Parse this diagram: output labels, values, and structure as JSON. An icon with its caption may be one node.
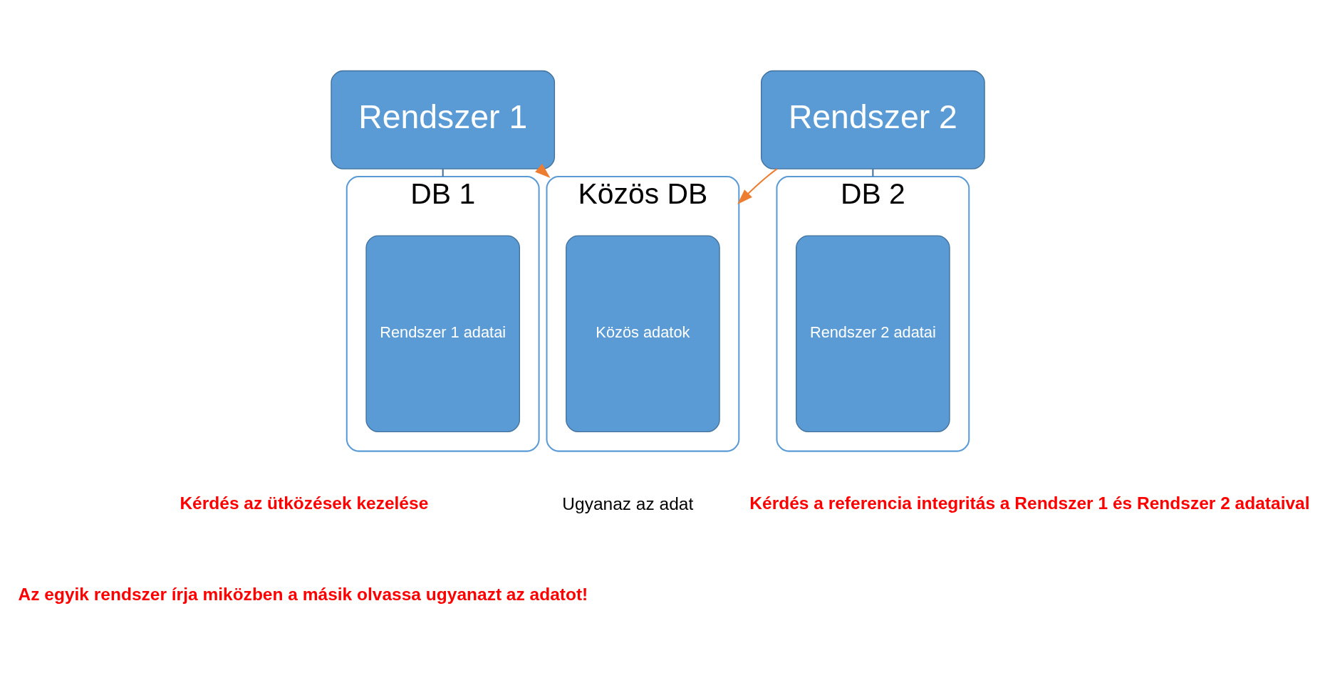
{
  "diagram": {
    "nodes": [
      {
        "text": [
          "Rendszer 1"
        ]
      },
      {
        "text": [
          "Rendszer 2"
        ]
      },
      {
        "text": [
          "DB 1"
        ]
      },
      {
        "text": [
          "Rendszer 1 adatai"
        ],
        "in": 2
      },
      {
        "text": [
          "Közös DB"
        ]
      },
      {
        "text": [
          "Közös adatok"
        ],
        "in": 4
      },
      {
        "text": [
          "DB 2"
        ]
      },
      {
        "text": [
          "Rendszer 2 adatai"
        ],
        "in": 6
      }
    ],
    "edges": [
      {
        "from": 0,
        "to": 4,
        "arrow": "to",
        "color": "#ed7d31"
      },
      {
        "from": 1,
        "to": 4,
        "arrow": "to",
        "color": "#ed7d31"
      },
      {
        "from": 0,
        "to": 2,
        "arrow": "none",
        "color": "#41719c"
      },
      {
        "from": 1,
        "to": 6,
        "arrow": "none",
        "color": "#41719c"
      }
    ],
    "labels": [
      "Kérdés az ütközések kezelése",
      "Az egyik rendszer írja miközben a másik olvassa ugyanazt az adatot!",
      "Kérdés a referencia integritás a Rendszer 1 és Rendszer 2 adataival",
      "Ugyanaz az adat"
    ]
  }
}
